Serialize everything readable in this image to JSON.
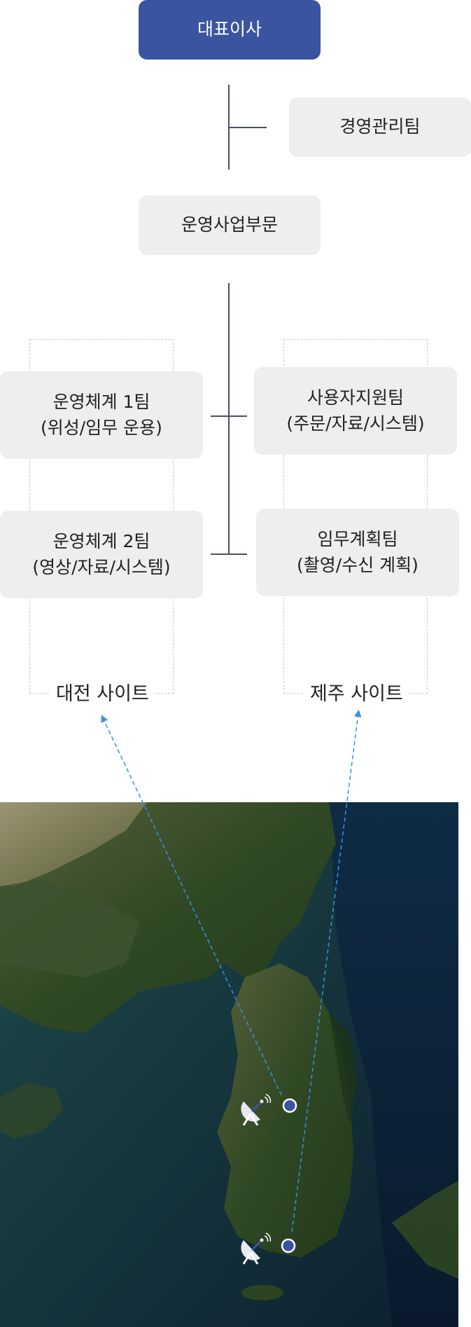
{
  "org": {
    "ceo": "대표이사",
    "management": "경영관리팀",
    "division": "운영사업부문",
    "ops1": {
      "line1": "운영체계 1팀",
      "line2": "(위성/임무 운용)"
    },
    "ops2": {
      "line1": "운영체계 2팀",
      "line2": "(영상/자료/시스템)"
    },
    "support": {
      "line1": "사용자지원팀",
      "line2": "(주문/자료/시스템)"
    },
    "planning": {
      "line1": "임무계획팀",
      "line2": "(촬영/수신 계획)"
    }
  },
  "sites": {
    "daejeon": "대전 사이트",
    "jeju": "제주 사이트"
  },
  "map": {
    "marker_color": "#3a54a0",
    "arrow_color": "#3a8fe0"
  }
}
